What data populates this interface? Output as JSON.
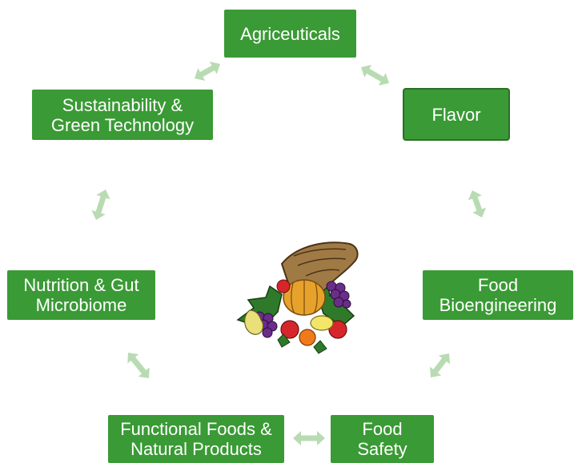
{
  "colors": {
    "node_fill": "#3a9a35",
    "node_text": "#ffffff",
    "arrow": "#b9dbb3"
  },
  "nodes": {
    "agriceuticals": {
      "lines": [
        "Agriceuticals"
      ]
    },
    "flavor": {
      "lines": [
        "Flavor"
      ]
    },
    "food_bioengineering": {
      "lines": [
        "Food",
        "Bioengineering"
      ]
    },
    "food_safety": {
      "lines": [
        "Food",
        "Safety"
      ]
    },
    "functional_foods": {
      "lines": [
        "Functional Foods &",
        "Natural Products"
      ]
    },
    "nutrition": {
      "lines": [
        "Nutrition & Gut",
        "Microbiome"
      ]
    },
    "sustainability": {
      "lines": [
        "Sustainability &",
        "Green Technology"
      ]
    }
  },
  "center_image": {
    "icon": "cornucopia-icon"
  }
}
